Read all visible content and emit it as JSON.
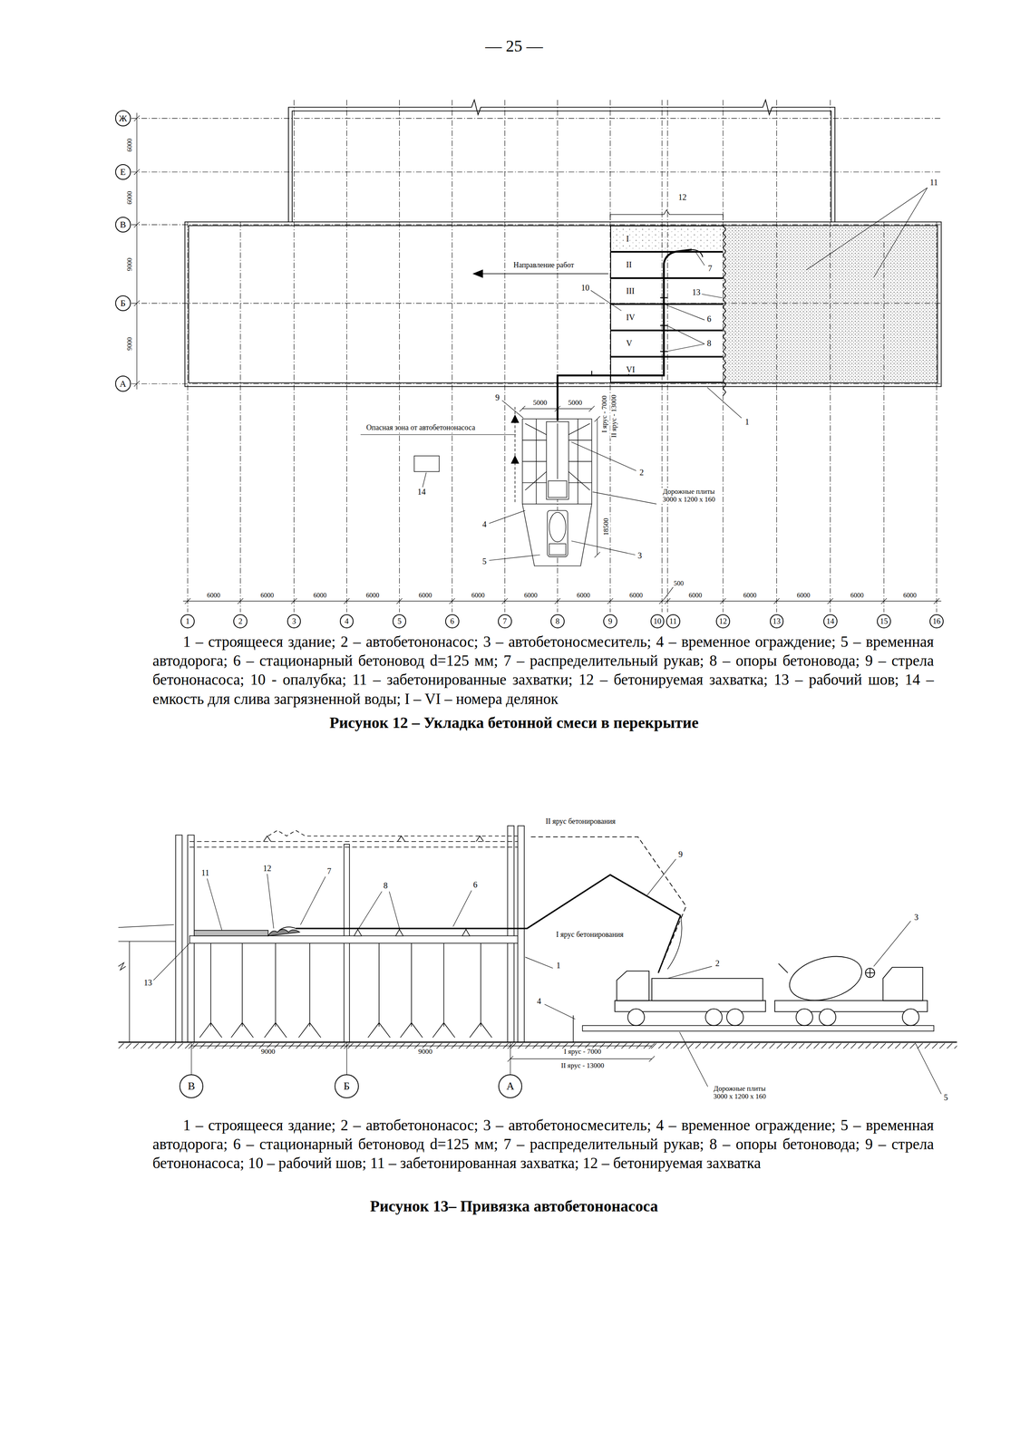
{
  "diagram": {
    "caption": "Рисунок 12 – Укладка бетонной смеси в перекрытие",
    "nodes": [
      {
        "text": [
          "Ж"
        ]
      },
      {
        "text": [
          "Е"
        ]
      },
      {
        "text": [
          "В"
        ]
      },
      {
        "text": [
          "Б"
        ]
      },
      {
        "text": [
          "А"
        ]
      },
      {
        "text": [
          "I"
        ]
      },
      {
        "text": [
          "II"
        ]
      },
      {
        "text": [
          "III"
        ]
      },
      {
        "text": [
          "IV"
        ]
      },
      {
        "text": [
          "V"
        ]
      },
      {
        "text": [
          "VI"
        ]
      },
      {
        "text": [
          "1"
        ]
      },
      {
        "text": [
          "2"
        ]
      },
      {
        "text": [
          "3"
        ]
      },
      {
        "text": [
          "4"
        ]
      },
      {
        "text": [
          "5"
        ]
      },
      {
        "text": [
          "6"
        ]
      },
      {
        "text": [
          "7"
        ]
      },
      {
        "text": [
          "8"
        ]
      },
      {
        "text": [
          "9"
        ]
      },
      {
        "text": [
          "10"
        ]
      },
      {
        "text": [
          "11"
        ]
      },
      {
        "text": [
          "12"
        ]
      },
      {
        "text": [
          "13"
        ]
      },
      {
        "text": [
          "14"
        ]
      },
      {
        "text": [
          "15"
        ]
      },
      {
        "text": [
          "16"
        ]
      },
      {
        "text": [
          "В"
        ]
      },
      {
        "text": [
          "Б"
        ]
      },
      {
        "text": [
          "А"
        ]
      }
    ],
    "labels": [
      "— 25 —",
      "Направление работ",
      "12",
      "11",
      "7",
      "13",
      "10",
      "6",
      "8",
      "1",
      "9",
      "5000",
      "5000",
      "I ярус - 7000",
      "II ярус - 13000",
      "Опасная зона от автобетононасоса",
      "14",
      "2",
      "18500",
      "Дорожные плиты 3000 x 1200 x 160",
      "4",
      "5",
      "3",
      "500",
      "6000",
      "6000",
      "6000",
      "6000",
      "6000",
      "6000",
      "6000",
      "6000",
      "6000",
      "6000",
      "6000",
      "6000",
      "6000",
      "6000",
      "6000",
      "6000",
      "9000",
      "9000",
      "1 – строящееся здание; 2 – автобетононасос; 3 – автобетоносмеситель; 4 – временное ограждение; 5 – временная автодорога; 6 – стационарный бетоновод d=125 мм; 7 – распределительный рукав; 8 – опоры бетоновода; 9 – стрела бетононасоса; 10 - опалубка; 11 – забетонированные захватки; 12 – бетонируемая захватка; 13 – рабочий шов; 14 – емкость для слива загрязненной воды; I – VI – номера делянок",
      "II ярус бетонирования",
      "I ярус бетонирования",
      "9",
      "3",
      "2",
      "1",
      "4",
      "11",
      "12",
      "7",
      "8",
      "6",
      "13",
      "9000",
      "9000",
      "I ярус - 7000",
      "II ярус - 13000",
      "Дорожные плиты 3000 x 1200 x 160",
      "5",
      "1 – строящееся здание; 2 – автобетононасос; 3 – автобетоносмеситель; 4 – временное ограждение; 5 – временная автодорога; 6 – стационарный бетоновод d=125 мм; 7 – распределительный рукав; 8 – опоры бетоновода; 9 – стрела бетононасоса; 10 – рабочий шов; 11 – забетонированная захватка; 12 – бетонируемая захватка",
      "Рисунок 13– Привязка автобетононасоса"
    ]
  }
}
